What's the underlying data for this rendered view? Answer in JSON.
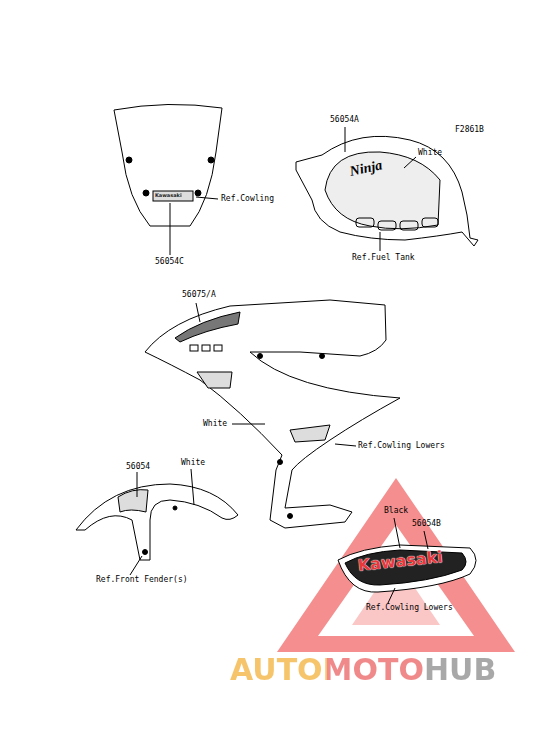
{
  "diagram": {
    "labels": [
      "F2861B",
      "56054A",
      "White",
      "Ninja",
      "Ref.Fuel Tank",
      "Ref.Cowling",
      "Kawasaki",
      "56054C",
      "56075/A",
      "White",
      "Ref.Cowling Lowers",
      "56054",
      "White",
      "Ref.Front Fender(s)",
      "Black",
      "56054B",
      "Kawasaki",
      "Ref.Cowling Lowers",
      "AUTOMOTOHUB"
    ]
  }
}
